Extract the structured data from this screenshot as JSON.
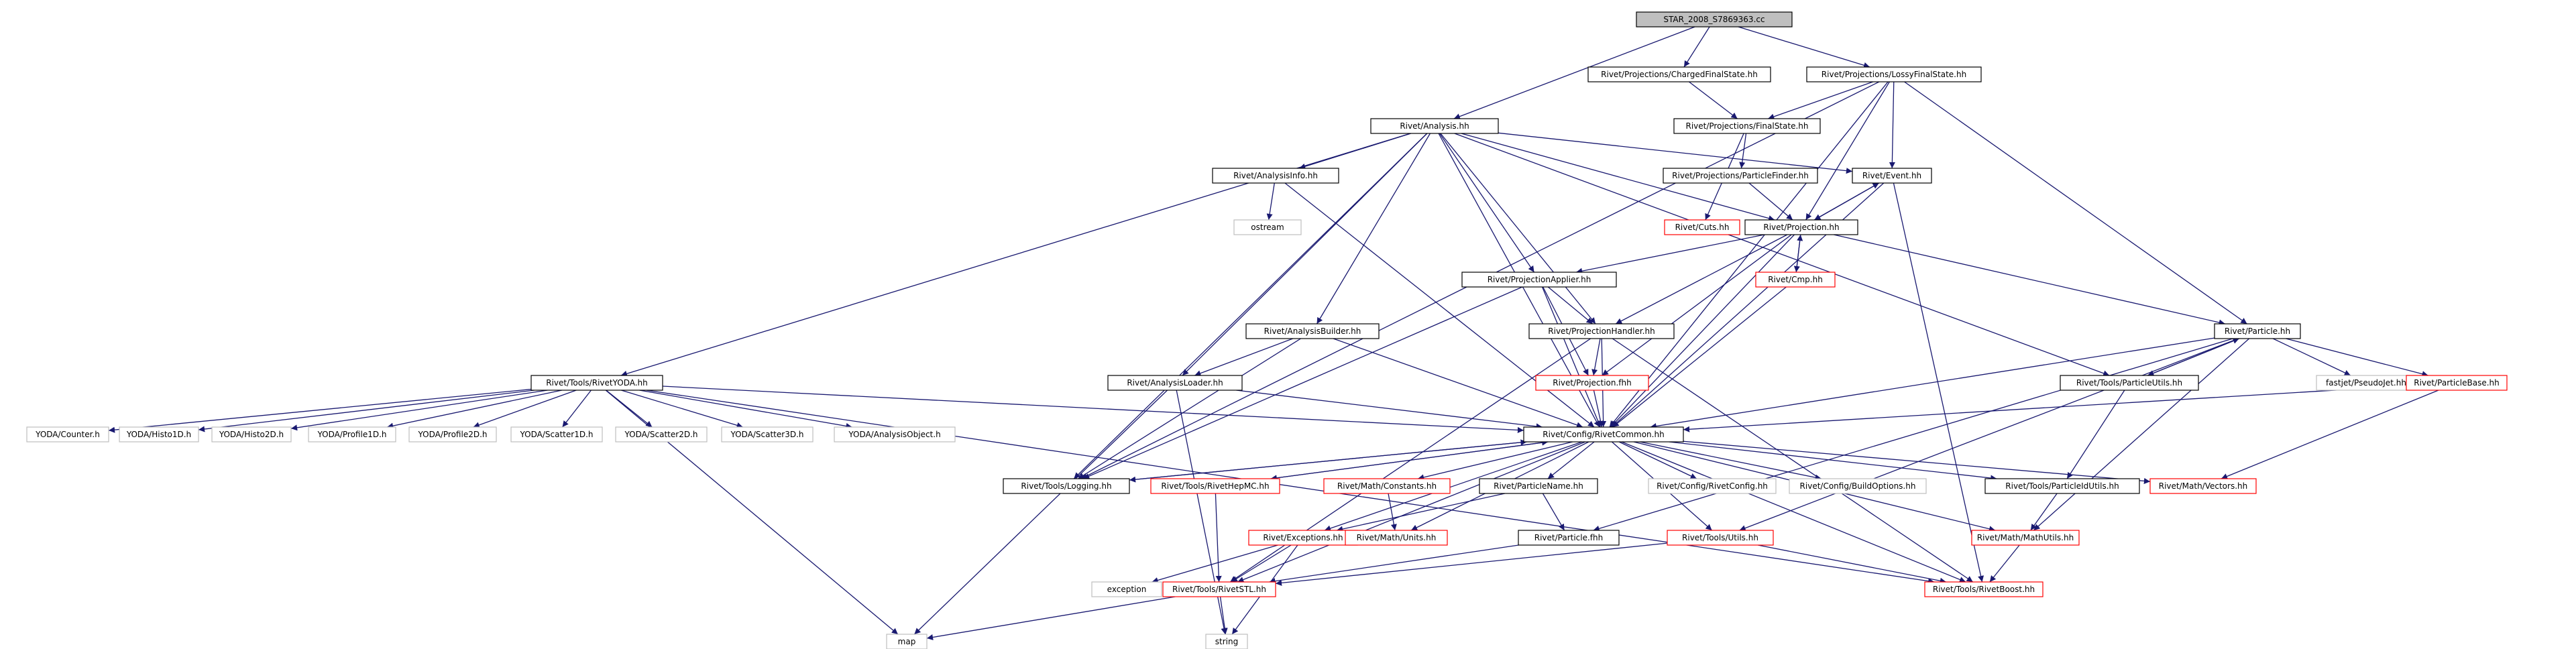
{
  "graph": {
    "colors": {
      "edge": "#191970",
      "root_fill": "#bfbfbf",
      "node_border": "#000000",
      "truncated_border": "#ff0000",
      "external_border": "#bfbfbf"
    },
    "nodes": [
      {
        "id": "root",
        "label": "STAR_2008_S7869363.cc",
        "kind": "root"
      },
      {
        "id": "chfs",
        "label": "Rivet/Projections/ChargedFinalState.hh",
        "kind": "normal"
      },
      {
        "id": "lfs",
        "label": "Rivet/Projections/LossyFinalState.hh",
        "kind": "normal"
      },
      {
        "id": "analysis",
        "label": "Rivet/Analysis.hh",
        "kind": "normal"
      },
      {
        "id": "fs",
        "label": "Rivet/Projections/FinalState.hh",
        "kind": "normal"
      },
      {
        "id": "event",
        "label": "Rivet/Event.hh",
        "kind": "normal"
      },
      {
        "id": "ainfo",
        "label": "Rivet/AnalysisInfo.hh",
        "kind": "normal"
      },
      {
        "id": "pfinder",
        "label": "Rivet/Projections/ParticleFinder.hh",
        "kind": "normal"
      },
      {
        "id": "ostream",
        "label": "ostream",
        "kind": "sys"
      },
      {
        "id": "cuts",
        "label": "Rivet/Cuts.hh",
        "kind": "trunc"
      },
      {
        "id": "projection",
        "label": "Rivet/Projection.hh",
        "kind": "normal"
      },
      {
        "id": "cmp",
        "label": "Rivet/Cmp.hh",
        "kind": "trunc"
      },
      {
        "id": "papplier",
        "label": "Rivet/ProjectionApplier.hh",
        "kind": "normal"
      },
      {
        "id": "particle",
        "label": "Rivet/Particle.hh",
        "kind": "normal"
      },
      {
        "id": "abuilder",
        "label": "Rivet/AnalysisBuilder.hh",
        "kind": "normal"
      },
      {
        "id": "phandler",
        "label": "Rivet/ProjectionHandler.hh",
        "kind": "normal"
      },
      {
        "id": "fastjet",
        "label": "fastjet/PseudoJet.hh",
        "kind": "sys"
      },
      {
        "id": "pbase",
        "label": "Rivet/ParticleBase.hh",
        "kind": "trunc"
      },
      {
        "id": "ryoda",
        "label": "Rivet/Tools/RivetYODA.hh",
        "kind": "normal"
      },
      {
        "id": "aloader",
        "label": "Rivet/AnalysisLoader.hh",
        "kind": "normal"
      },
      {
        "id": "pfh",
        "label": "Rivet/Projection.fhh",
        "kind": "trunc"
      },
      {
        "id": "putils",
        "label": "Rivet/Tools/ParticleUtils.hh",
        "kind": "normal"
      },
      {
        "id": "counter",
        "label": "YODA/Counter.h",
        "kind": "sys"
      },
      {
        "id": "h1d",
        "label": "YODA/Histo1D.h",
        "kind": "sys"
      },
      {
        "id": "h2d",
        "label": "YODA/Histo2D.h",
        "kind": "sys"
      },
      {
        "id": "p1d",
        "label": "YODA/Profile1D.h",
        "kind": "sys"
      },
      {
        "id": "p2d",
        "label": "YODA/Profile2D.h",
        "kind": "sys"
      },
      {
        "id": "s1d",
        "label": "YODA/Scatter1D.h",
        "kind": "sys"
      },
      {
        "id": "s2d",
        "label": "YODA/Scatter2D.h",
        "kind": "sys"
      },
      {
        "id": "s3d",
        "label": "YODA/Scatter3D.h",
        "kind": "sys"
      },
      {
        "id": "aobj",
        "label": "YODA/AnalysisObject.h",
        "kind": "sys"
      },
      {
        "id": "rcommon",
        "label": "Rivet/Config/RivetCommon.hh",
        "kind": "normal"
      },
      {
        "id": "logging",
        "label": "Rivet/Tools/Logging.hh",
        "kind": "normal"
      },
      {
        "id": "hepmc",
        "label": "Rivet/Tools/RivetHepMC.hh",
        "kind": "trunc"
      },
      {
        "id": "mconst",
        "label": "Rivet/Math/Constants.hh",
        "kind": "trunc"
      },
      {
        "id": "pname",
        "label": "Rivet/ParticleName.hh",
        "kind": "normal"
      },
      {
        "id": "rconfig",
        "label": "Rivet/Config/RivetConfig.hh",
        "kind": "sys"
      },
      {
        "id": "bopts",
        "label": "Rivet/Config/BuildOptions.hh",
        "kind": "sys"
      },
      {
        "id": "pidutils",
        "label": "Rivet/Tools/ParticleIdUtils.hh",
        "kind": "normal"
      },
      {
        "id": "vectors",
        "label": "Rivet/Math/Vectors.hh",
        "kind": "trunc"
      },
      {
        "id": "exceptions",
        "label": "Rivet/Exceptions.hh",
        "kind": "trunc"
      },
      {
        "id": "munits",
        "label": "Rivet/Math/Units.hh",
        "kind": "trunc"
      },
      {
        "id": "particlefh",
        "label": "Rivet/Particle.fhh",
        "kind": "normal"
      },
      {
        "id": "utils",
        "label": "Rivet/Tools/Utils.hh",
        "kind": "trunc"
      },
      {
        "id": "mutils",
        "label": "Rivet/Math/MathUtils.hh",
        "kind": "trunc"
      },
      {
        "id": "exception",
        "label": "exception",
        "kind": "sys"
      },
      {
        "id": "stl",
        "label": "Rivet/Tools/RivetSTL.hh",
        "kind": "trunc"
      },
      {
        "id": "boost",
        "label": "Rivet/Tools/RivetBoost.hh",
        "kind": "trunc"
      },
      {
        "id": "map",
        "label": "map",
        "kind": "sys"
      },
      {
        "id": "string",
        "label": "string",
        "kind": "sys"
      }
    ],
    "edges": [
      [
        "root",
        "chfs"
      ],
      [
        "root",
        "lfs"
      ],
      [
        "root",
        "analysis"
      ],
      [
        "chfs",
        "fs"
      ],
      [
        "lfs",
        "fs"
      ],
      [
        "lfs",
        "event"
      ],
      [
        "lfs",
        "projection"
      ],
      [
        "lfs",
        "particle"
      ],
      [
        "lfs",
        "rcommon"
      ],
      [
        "lfs",
        "logging"
      ],
      [
        "analysis",
        "ainfo"
      ],
      [
        "analysis",
        "event"
      ],
      [
        "analysis",
        "projection"
      ],
      [
        "analysis",
        "papplier"
      ],
      [
        "analysis",
        "phandler"
      ],
      [
        "analysis",
        "abuilder"
      ],
      [
        "analysis",
        "aloader"
      ],
      [
        "analysis",
        "ryoda"
      ],
      [
        "analysis",
        "logging"
      ],
      [
        "analysis",
        "rcommon"
      ],
      [
        "analysis",
        "putils"
      ],
      [
        "fs",
        "pfinder"
      ],
      [
        "fs",
        "cuts"
      ],
      [
        "pfinder",
        "projection"
      ],
      [
        "ainfo",
        "ostream"
      ],
      [
        "ainfo",
        "rcommon"
      ],
      [
        "event",
        "projection"
      ],
      [
        "event",
        "rcommon"
      ],
      [
        "event",
        "boost"
      ],
      [
        "projection",
        "event"
      ],
      [
        "projection",
        "cmp"
      ],
      [
        "projection",
        "papplier"
      ],
      [
        "projection",
        "phandler"
      ],
      [
        "projection",
        "pfh"
      ],
      [
        "projection",
        "particle"
      ],
      [
        "projection",
        "rcommon"
      ],
      [
        "cmp",
        "projection"
      ],
      [
        "cmp",
        "rcommon"
      ],
      [
        "papplier",
        "phandler"
      ],
      [
        "papplier",
        "pfh"
      ],
      [
        "papplier",
        "rcommon"
      ],
      [
        "papplier",
        "logging"
      ],
      [
        "phandler",
        "pfh"
      ],
      [
        "phandler",
        "rcommon"
      ],
      [
        "phandler",
        "stl"
      ],
      [
        "phandler",
        "boost"
      ],
      [
        "pfh",
        "rcommon"
      ],
      [
        "abuilder",
        "aloader"
      ],
      [
        "abuilder",
        "rcommon"
      ],
      [
        "abuilder",
        "logging"
      ],
      [
        "aloader",
        "rcommon"
      ],
      [
        "aloader",
        "map"
      ],
      [
        "aloader",
        "string"
      ],
      [
        "particle",
        "putils"
      ],
      [
        "particle",
        "fastjet"
      ],
      [
        "particle",
        "pbase"
      ],
      [
        "particle",
        "rcommon"
      ],
      [
        "particle",
        "particlefh"
      ],
      [
        "particle",
        "mutils"
      ],
      [
        "particle",
        "utils"
      ],
      [
        "putils",
        "particle"
      ],
      [
        "putils",
        "pidutils"
      ],
      [
        "pbase",
        "rcommon"
      ],
      [
        "pbase",
        "vectors"
      ],
      [
        "ryoda",
        "counter"
      ],
      [
        "ryoda",
        "h1d"
      ],
      [
        "ryoda",
        "h2d"
      ],
      [
        "ryoda",
        "p1d"
      ],
      [
        "ryoda",
        "p2d"
      ],
      [
        "ryoda",
        "s1d"
      ],
      [
        "ryoda",
        "s2d"
      ],
      [
        "ryoda",
        "s3d"
      ],
      [
        "ryoda",
        "aobj"
      ],
      [
        "ryoda",
        "rcommon"
      ],
      [
        "ryoda",
        "boost"
      ],
      [
        "ryoda",
        "map"
      ],
      [
        "rcommon",
        "logging"
      ],
      [
        "rcommon",
        "hepmc"
      ],
      [
        "rcommon",
        "mconst"
      ],
      [
        "rcommon",
        "pname"
      ],
      [
        "rcommon",
        "rconfig"
      ],
      [
        "rcommon",
        "bopts"
      ],
      [
        "rcommon",
        "pidutils"
      ],
      [
        "rcommon",
        "vectors"
      ],
      [
        "rcommon",
        "exceptions"
      ],
      [
        "rcommon",
        "utils"
      ],
      [
        "rcommon",
        "mutils"
      ],
      [
        "rcommon",
        "boost"
      ],
      [
        "rcommon",
        "stl"
      ],
      [
        "rcommon",
        "munits"
      ],
      [
        "logging",
        "rcommon"
      ],
      [
        "hepmc",
        "rcommon"
      ],
      [
        "hepmc",
        "stl"
      ],
      [
        "mconst",
        "munits"
      ],
      [
        "pname",
        "exceptions"
      ],
      [
        "pname",
        "particlefh"
      ],
      [
        "pidutils",
        "mutils"
      ],
      [
        "exceptions",
        "exception"
      ],
      [
        "exceptions",
        "stl"
      ],
      [
        "exceptions",
        "string"
      ],
      [
        "particlefh",
        "stl"
      ],
      [
        "utils",
        "stl"
      ],
      [
        "utils",
        "boost"
      ],
      [
        "mutils",
        "boost"
      ],
      [
        "stl",
        "map"
      ],
      [
        "stl",
        "string"
      ]
    ]
  }
}
